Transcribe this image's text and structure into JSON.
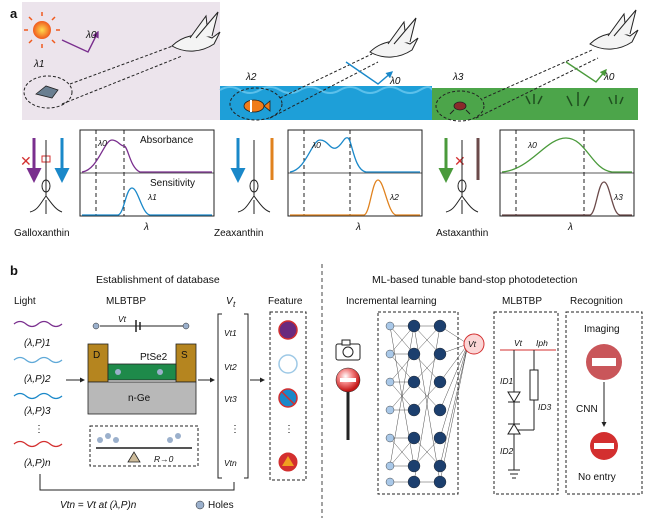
{
  "panel_a": {
    "label": "a",
    "lambda1": "λ1",
    "lambda0": "λ0",
    "lambda2": "λ2",
    "lambda3": "λ3",
    "absorbance": "Absorbance",
    "sensitivity": "Sensitivity",
    "lambda_axis": "λ",
    "pigments": [
      "Galloxanthin",
      "Zeaxanthin",
      "Astaxanthin"
    ],
    "colors": {
      "purple": "#7a2f8e",
      "blue": "#1a88c9",
      "orange": "#e0821e",
      "green": "#4a9a3b",
      "brown": "#6b4a4a",
      "red": "#d32f2f"
    }
  },
  "panel_b": {
    "label": "b",
    "left_title": "Establishment of database",
    "right_title": "ML-based tunable band-stop photodetection",
    "col_light": "Light",
    "col_device": "MLBTBP",
    "col_vt": "V",
    "col_vt_sub": "t",
    "col_feature": "Feature",
    "inputs": [
      "(λ,P)1",
      "(λ,P)2",
      "(λ,P)3",
      "⋮",
      "(λ,P)n"
    ],
    "outputs": [
      "Vt1",
      "Vt2",
      "Vt3",
      "⋮",
      "Vtn"
    ],
    "device_vt": "Vt",
    "drain": "D",
    "source": "S",
    "ptse2": "PtSe2",
    "nge": "n-Ge",
    "r_label": "R→0",
    "equation": "Vtn = Vt at (λ,P)n",
    "holes": "Holes",
    "incremental": "Incremental learning",
    "mlbtbp": "MLBTBP",
    "recognition": "Recognition",
    "vt_node": "Vt",
    "circuit_vt": "Vt",
    "iph": "Iph",
    "id1": "ID1",
    "id2": "ID2",
    "id3": "ID3",
    "imaging": "Imaging",
    "cnn": "CNN",
    "no_entry": "No entry"
  }
}
